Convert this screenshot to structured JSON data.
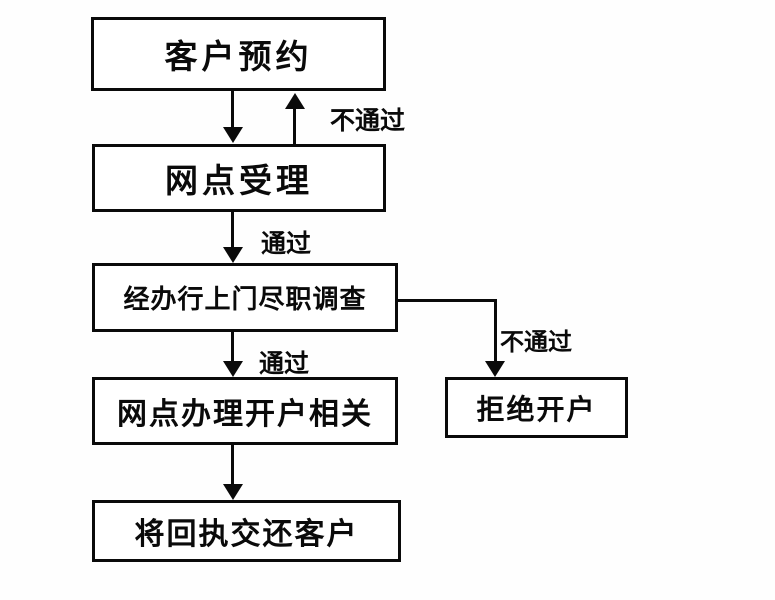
{
  "diagram": {
    "type": "flowchart",
    "background_color": "#ffffff",
    "line_color": "#0a0a0a",
    "boxes": [
      {
        "id": "customer-appointment",
        "label": "客户预约"
      },
      {
        "id": "branch-acceptance",
        "label": "网点受理"
      },
      {
        "id": "due-diligence",
        "label": "经办行上门尽职调查"
      },
      {
        "id": "account-opening",
        "label": "网点办理开户相关"
      },
      {
        "id": "return-receipt",
        "label": "将回执交还客户"
      },
      {
        "id": "refuse-account",
        "label": "拒绝开户"
      }
    ],
    "edges": [
      {
        "from": "customer-appointment",
        "to": "branch-acceptance",
        "label": ""
      },
      {
        "from": "branch-acceptance",
        "to": "customer-appointment",
        "label": "不通过"
      },
      {
        "from": "branch-acceptance",
        "to": "due-diligence",
        "label": "通过"
      },
      {
        "from": "due-diligence",
        "to": "account-opening",
        "label": "通过"
      },
      {
        "from": "due-diligence",
        "to": "refuse-account",
        "label": "不通过"
      },
      {
        "from": "account-opening",
        "to": "return-receipt",
        "label": ""
      }
    ]
  }
}
